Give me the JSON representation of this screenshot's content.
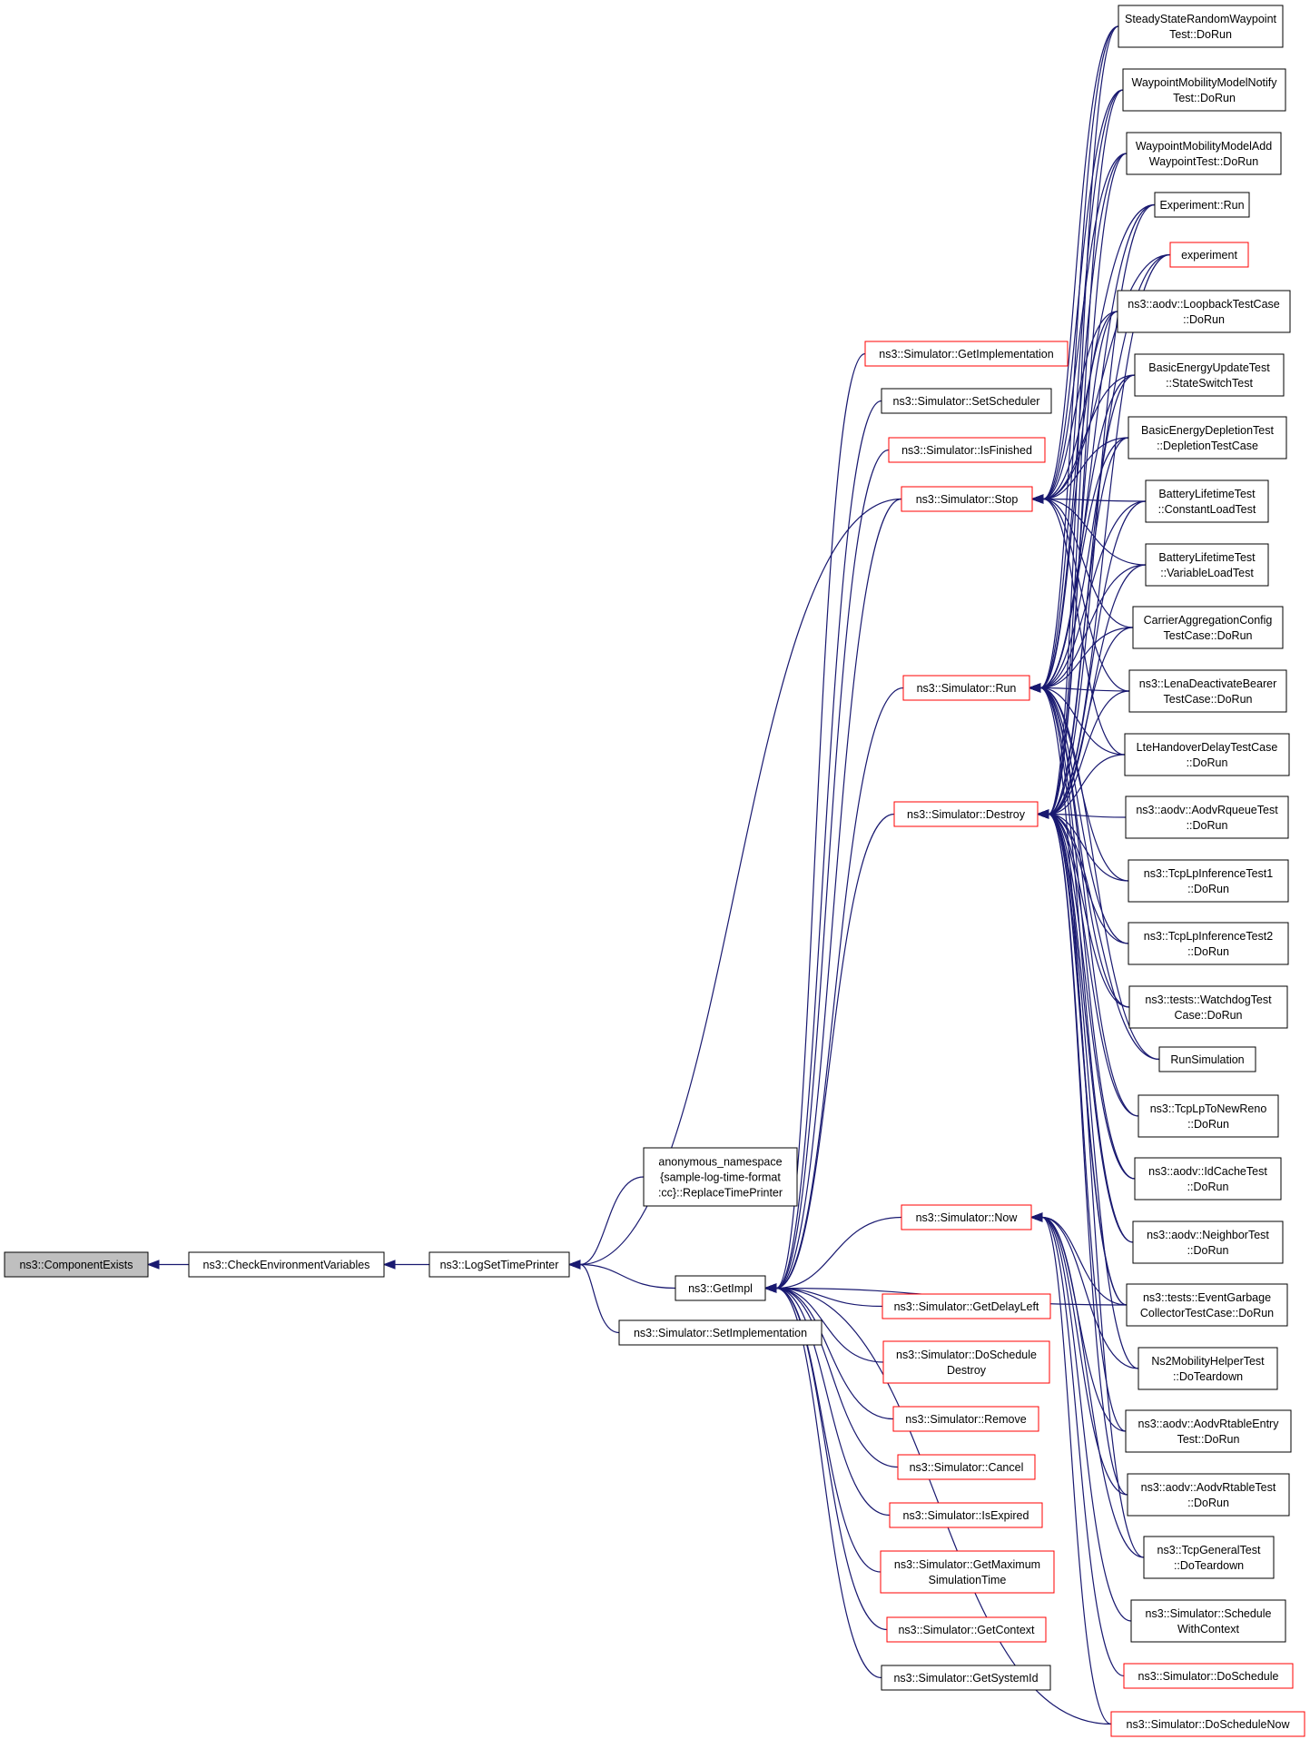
{
  "colors": {
    "edge": "#191970",
    "border_normal": "#000000",
    "border_truncated": "#ff0000",
    "root_fill": "#bfbfbf",
    "node_fill": "#ffffff"
  },
  "nodes": [
    {
      "id": "component_exists",
      "lines": [
        "ns3::ComponentExists"
      ],
      "style": "root"
    },
    {
      "id": "check_env",
      "lines": [
        "ns3::CheckEnvironmentVariables"
      ],
      "style": "normal"
    },
    {
      "id": "log_set_time_printer",
      "lines": [
        "ns3::LogSetTimePrinter"
      ],
      "style": "normal"
    },
    {
      "id": "replace_time_printer",
      "lines": [
        "anonymous_namespace",
        "{sample-log-time-format",
        ":cc}::ReplaceTimePrinter"
      ],
      "style": "normal"
    },
    {
      "id": "get_impl",
      "lines": [
        "ns3::GetImpl"
      ],
      "style": "normal"
    },
    {
      "id": "set_implementation",
      "lines": [
        "ns3::Simulator::SetImplementation"
      ],
      "style": "normal"
    },
    {
      "id": "get_implementation",
      "lines": [
        "ns3::Simulator::GetImplementation"
      ],
      "style": "truncated"
    },
    {
      "id": "set_scheduler",
      "lines": [
        "ns3::Simulator::SetScheduler"
      ],
      "style": "normal"
    },
    {
      "id": "is_finished",
      "lines": [
        "ns3::Simulator::IsFinished"
      ],
      "style": "truncated"
    },
    {
      "id": "stop",
      "lines": [
        "ns3::Simulator::Stop"
      ],
      "style": "truncated"
    },
    {
      "id": "run",
      "lines": [
        "ns3::Simulator::Run"
      ],
      "style": "truncated"
    },
    {
      "id": "destroy",
      "lines": [
        "ns3::Simulator::Destroy"
      ],
      "style": "truncated"
    },
    {
      "id": "now",
      "lines": [
        "ns3::Simulator::Now"
      ],
      "style": "truncated"
    },
    {
      "id": "get_delay_left",
      "lines": [
        "ns3::Simulator::GetDelayLeft"
      ],
      "style": "truncated"
    },
    {
      "id": "do_schedule_destroy",
      "lines": [
        "ns3::Simulator::DoSchedule",
        "Destroy"
      ],
      "style": "truncated"
    },
    {
      "id": "remove",
      "lines": [
        "ns3::Simulator::Remove"
      ],
      "style": "truncated"
    },
    {
      "id": "cancel",
      "lines": [
        "ns3::Simulator::Cancel"
      ],
      "style": "truncated"
    },
    {
      "id": "is_expired",
      "lines": [
        "ns3::Simulator::IsExpired"
      ],
      "style": "truncated"
    },
    {
      "id": "get_max_sim_time",
      "lines": [
        "ns3::Simulator::GetMaximum",
        "SimulationTime"
      ],
      "style": "truncated"
    },
    {
      "id": "get_context",
      "lines": [
        "ns3::Simulator::GetContext"
      ],
      "style": "truncated"
    },
    {
      "id": "get_system_id",
      "lines": [
        "ns3::Simulator::GetSystemId"
      ],
      "style": "normal"
    },
    {
      "id": "steady_state",
      "lines": [
        "SteadyStateRandomWaypoint",
        "Test::DoRun"
      ],
      "style": "normal"
    },
    {
      "id": "waypoint_notify",
      "lines": [
        "WaypointMobilityModelNotify",
        "Test::DoRun"
      ],
      "style": "normal"
    },
    {
      "id": "waypoint_add",
      "lines": [
        "WaypointMobilityModelAdd",
        "WaypointTest::DoRun"
      ],
      "style": "normal"
    },
    {
      "id": "experiment_run",
      "lines": [
        "Experiment::Run"
      ],
      "style": "normal"
    },
    {
      "id": "experiment",
      "lines": [
        "experiment"
      ],
      "style": "truncated"
    },
    {
      "id": "loopback",
      "lines": [
        "ns3::aodv::LoopbackTestCase",
        "::DoRun"
      ],
      "style": "normal"
    },
    {
      "id": "basic_energy_update",
      "lines": [
        "BasicEnergyUpdateTest",
        "::StateSwitchTest"
      ],
      "style": "normal"
    },
    {
      "id": "basic_energy_depletion",
      "lines": [
        "BasicEnergyDepletionTest",
        "::DepletionTestCase"
      ],
      "style": "normal"
    },
    {
      "id": "battery_constant",
      "lines": [
        "BatteryLifetimeTest",
        "::ConstantLoadTest"
      ],
      "style": "normal"
    },
    {
      "id": "battery_variable",
      "lines": [
        "BatteryLifetimeTest",
        "::VariableLoadTest"
      ],
      "style": "normal"
    },
    {
      "id": "carrier_aggregation",
      "lines": [
        "CarrierAggregationConfig",
        "TestCase::DoRun"
      ],
      "style": "normal"
    },
    {
      "id": "lena_deactivate",
      "lines": [
        "ns3::LenaDeactivateBearer",
        "TestCase::DoRun"
      ],
      "style": "normal"
    },
    {
      "id": "lte_handover",
      "lines": [
        "LteHandoverDelayTestCase",
        "::DoRun"
      ],
      "style": "normal"
    },
    {
      "id": "aodv_rqueue",
      "lines": [
        "ns3::aodv::AodvRqueueTest",
        "::DoRun"
      ],
      "style": "normal"
    },
    {
      "id": "tcp_lp_inf1",
      "lines": [
        "ns3::TcpLpInferenceTest1",
        "::DoRun"
      ],
      "style": "normal"
    },
    {
      "id": "tcp_lp_inf2",
      "lines": [
        "ns3::TcpLpInferenceTest2",
        "::DoRun"
      ],
      "style": "normal"
    },
    {
      "id": "watchdog",
      "lines": [
        "ns3::tests::WatchdogTest",
        "Case::DoRun"
      ],
      "style": "normal"
    },
    {
      "id": "run_simulation",
      "lines": [
        "RunSimulation"
      ],
      "style": "normal"
    },
    {
      "id": "tcp_lp_newreno",
      "lines": [
        "ns3::TcpLpToNewReno",
        "::DoRun"
      ],
      "style": "normal"
    },
    {
      "id": "id_cache",
      "lines": [
        "ns3::aodv::IdCacheTest",
        "::DoRun"
      ],
      "style": "normal"
    },
    {
      "id": "neighbor",
      "lines": [
        "ns3::aodv::NeighborTest",
        "::DoRun"
      ],
      "style": "normal"
    },
    {
      "id": "event_garbage",
      "lines": [
        "ns3::tests::EventGarbage",
        "CollectorTestCase::DoRun"
      ],
      "style": "normal"
    },
    {
      "id": "ns2_mobility",
      "lines": [
        "Ns2MobilityHelperTest",
        "::DoTeardown"
      ],
      "style": "normal"
    },
    {
      "id": "rtable_entry",
      "lines": [
        "ns3::aodv::AodvRtableEntry",
        "Test::DoRun"
      ],
      "style": "normal"
    },
    {
      "id": "rtable",
      "lines": [
        "ns3::aodv::AodvRtableTest",
        "::DoRun"
      ],
      "style": "normal"
    },
    {
      "id": "tcp_general",
      "lines": [
        "ns3::TcpGeneralTest",
        "::DoTeardown"
      ],
      "style": "normal"
    },
    {
      "id": "schedule_with_context",
      "lines": [
        "ns3::Simulator::Schedule",
        "WithContext"
      ],
      "style": "normal"
    },
    {
      "id": "do_schedule",
      "lines": [
        "ns3::Simulator::DoSchedule"
      ],
      "style": "truncated"
    },
    {
      "id": "do_schedule_now",
      "lines": [
        "ns3::Simulator::DoScheduleNow"
      ],
      "style": "truncated"
    }
  ],
  "edges": [
    [
      "check_env",
      "component_exists"
    ],
    [
      "log_set_time_printer",
      "check_env"
    ],
    [
      "replace_time_printer",
      "log_set_time_printer"
    ],
    [
      "get_impl",
      "log_set_time_printer"
    ],
    [
      "set_implementation",
      "log_set_time_printer"
    ],
    [
      "stop",
      "log_set_time_printer"
    ],
    [
      "get_implementation",
      "get_impl"
    ],
    [
      "set_scheduler",
      "get_impl"
    ],
    [
      "is_finished",
      "get_impl"
    ],
    [
      "stop",
      "get_impl"
    ],
    [
      "run",
      "get_impl"
    ],
    [
      "destroy",
      "get_impl"
    ],
    [
      "now",
      "get_impl"
    ],
    [
      "get_delay_left",
      "get_impl"
    ],
    [
      "do_schedule_destroy",
      "get_impl"
    ],
    [
      "remove",
      "get_impl"
    ],
    [
      "cancel",
      "get_impl"
    ],
    [
      "is_expired",
      "get_impl"
    ],
    [
      "get_max_sim_time",
      "get_impl"
    ],
    [
      "get_context",
      "get_impl"
    ],
    [
      "get_system_id",
      "get_impl"
    ],
    [
      "event_garbage",
      "get_impl"
    ],
    [
      "do_schedule_now",
      "get_impl"
    ],
    [
      "steady_state",
      "stop"
    ],
    [
      "waypoint_notify",
      "stop"
    ],
    [
      "waypoint_add",
      "stop"
    ],
    [
      "experiment_run",
      "stop"
    ],
    [
      "experiment",
      "stop"
    ],
    [
      "loopback",
      "stop"
    ],
    [
      "basic_energy_update",
      "stop"
    ],
    [
      "basic_energy_depletion",
      "stop"
    ],
    [
      "battery_constant",
      "stop"
    ],
    [
      "battery_variable",
      "stop"
    ],
    [
      "carrier_aggregation",
      "stop"
    ],
    [
      "lena_deactivate",
      "stop"
    ],
    [
      "lte_handover",
      "stop"
    ],
    [
      "steady_state",
      "run"
    ],
    [
      "waypoint_notify",
      "run"
    ],
    [
      "waypoint_add",
      "run"
    ],
    [
      "experiment_run",
      "run"
    ],
    [
      "experiment",
      "run"
    ],
    [
      "loopback",
      "run"
    ],
    [
      "basic_energy_update",
      "run"
    ],
    [
      "basic_energy_depletion",
      "run"
    ],
    [
      "battery_constant",
      "run"
    ],
    [
      "battery_variable",
      "run"
    ],
    [
      "carrier_aggregation",
      "run"
    ],
    [
      "lena_deactivate",
      "run"
    ],
    [
      "lte_handover",
      "run"
    ],
    [
      "tcp_lp_inf1",
      "run"
    ],
    [
      "tcp_lp_inf2",
      "run"
    ],
    [
      "watchdog",
      "run"
    ],
    [
      "run_simulation",
      "run"
    ],
    [
      "tcp_lp_newreno",
      "run"
    ],
    [
      "id_cache",
      "run"
    ],
    [
      "neighbor",
      "run"
    ],
    [
      "event_garbage",
      "run"
    ],
    [
      "steady_state",
      "destroy"
    ],
    [
      "waypoint_notify",
      "destroy"
    ],
    [
      "waypoint_add",
      "destroy"
    ],
    [
      "experiment_run",
      "destroy"
    ],
    [
      "experiment",
      "destroy"
    ],
    [
      "loopback",
      "destroy"
    ],
    [
      "basic_energy_update",
      "destroy"
    ],
    [
      "basic_energy_depletion",
      "destroy"
    ],
    [
      "battery_constant",
      "destroy"
    ],
    [
      "battery_variable",
      "destroy"
    ],
    [
      "carrier_aggregation",
      "destroy"
    ],
    [
      "lena_deactivate",
      "destroy"
    ],
    [
      "lte_handover",
      "destroy"
    ],
    [
      "aodv_rqueue",
      "destroy"
    ],
    [
      "tcp_lp_inf1",
      "destroy"
    ],
    [
      "tcp_lp_inf2",
      "destroy"
    ],
    [
      "watchdog",
      "destroy"
    ],
    [
      "run_simulation",
      "destroy"
    ],
    [
      "tcp_lp_newreno",
      "destroy"
    ],
    [
      "id_cache",
      "destroy"
    ],
    [
      "neighbor",
      "destroy"
    ],
    [
      "event_garbage",
      "destroy"
    ],
    [
      "ns2_mobility",
      "destroy"
    ],
    [
      "rtable_entry",
      "destroy"
    ],
    [
      "rtable",
      "destroy"
    ],
    [
      "tcp_general",
      "destroy"
    ],
    [
      "event_garbage",
      "now"
    ],
    [
      "ns2_mobility",
      "now"
    ],
    [
      "rtable_entry",
      "now"
    ],
    [
      "rtable",
      "now"
    ],
    [
      "tcp_general",
      "now"
    ],
    [
      "schedule_with_context",
      "now"
    ],
    [
      "do_schedule",
      "now"
    ],
    [
      "do_schedule_now",
      "now"
    ]
  ]
}
